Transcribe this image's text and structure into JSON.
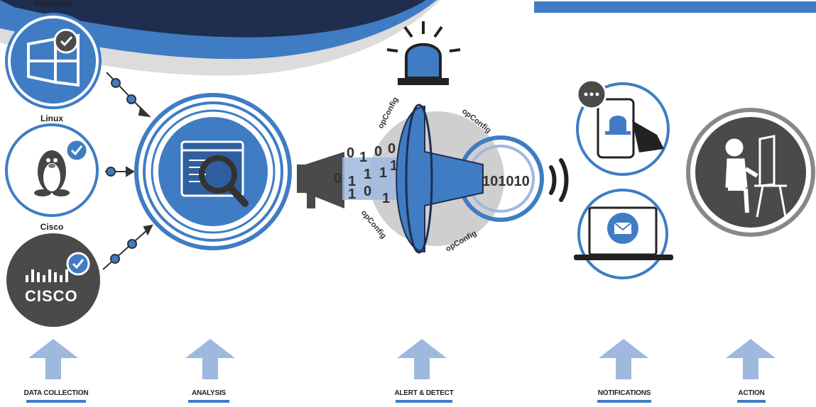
{
  "sources": [
    {
      "label": "Windows",
      "icon": "windows-icon"
    },
    {
      "label": "Linux",
      "icon": "linux-penguin-icon"
    },
    {
      "label": "Cisco",
      "icon": "cisco-logo-icon"
    }
  ],
  "funnel": {
    "ring_text": "opConfig",
    "binary_digits": [
      "0",
      "1",
      "0",
      "0",
      "0",
      "1",
      "1",
      "1",
      "1",
      "1",
      "0",
      "1"
    ],
    "output_binary": "101010"
  },
  "cisco_logo_text": "CISCO",
  "stages": [
    {
      "label": "DATA COLLECTION"
    },
    {
      "label": "ANALYSIS"
    },
    {
      "label": "ALERT & DETECT"
    },
    {
      "label": "NOTIFICATIONS"
    },
    {
      "label": "ACTION"
    }
  ],
  "colors": {
    "primary_blue": "#3f7cc4",
    "dark_navy": "#1f2d4e",
    "dark_gray": "#4a4a4a",
    "light_blue": "#9fb8df",
    "light_gray": "#d2d2d2"
  }
}
